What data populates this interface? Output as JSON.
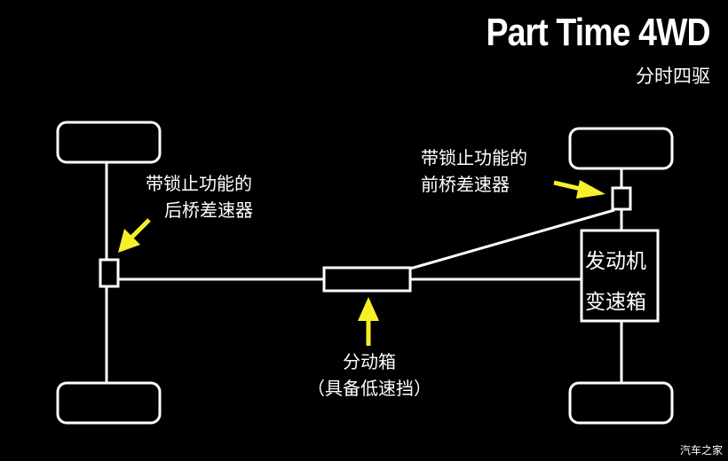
{
  "title": "Part Time 4WD",
  "subtitle": "分时四驱",
  "labels": {
    "rear_diff": [
      "带锁止功能的",
      "后桥差速器"
    ],
    "front_diff": [
      "带锁止功能的",
      "前桥差速器"
    ],
    "transfer_case": [
      "分动箱",
      "（具备低速挡）"
    ],
    "engine": [
      "发动机",
      "变速箱"
    ]
  },
  "watermark": "汽车之家",
  "colors": {
    "line": "#ffffff",
    "arrow": "#f5f02a",
    "background": "#000000"
  }
}
